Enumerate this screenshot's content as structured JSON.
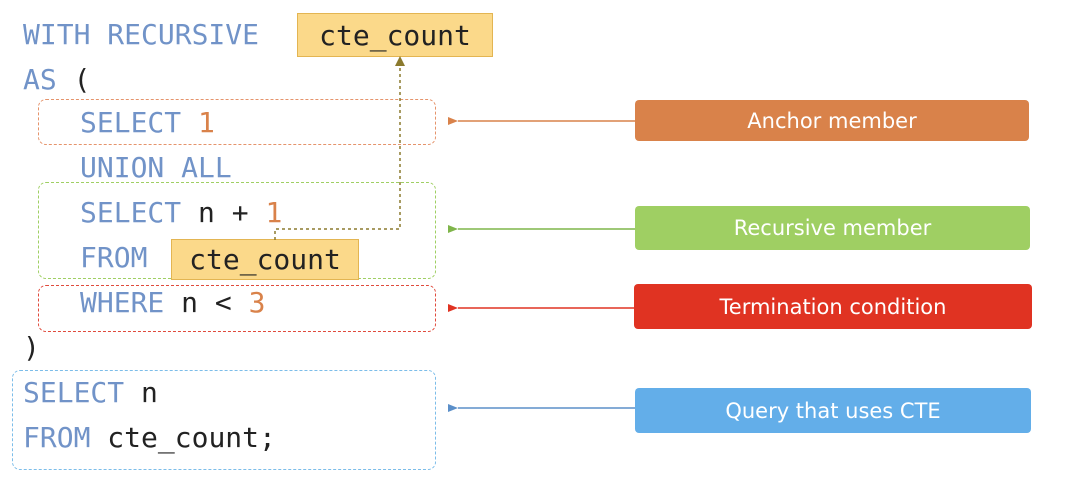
{
  "code": {
    "line1_kw": "WITH RECURSIVE",
    "cte_name": "cte_count",
    "line2_kw": "AS",
    "open_paren": "(",
    "anchor_kw": "SELECT",
    "anchor_num": "1",
    "union_kw": "UNION ALL",
    "rec_select_kw": "SELECT",
    "rec_select_expr": "n +",
    "rec_select_num": "1",
    "rec_from_kw": "FROM",
    "rec_from_ref": "cte_count",
    "where_kw": "WHERE",
    "where_expr": "n <",
    "where_num": "3",
    "close_paren": ")",
    "query_select_kw": "SELECT",
    "query_select_col": "n",
    "query_from_kw": "FROM",
    "query_from_ref": "cte_count;"
  },
  "labels": {
    "anchor": "Anchor member",
    "recursive": "Recursive member",
    "termination": "Termination condition",
    "query": "Query that uses CTE"
  },
  "colors": {
    "keyword": "#7193c8",
    "number": "#d9824a",
    "highlight_fill": "#fbd98a",
    "anchor": "#d9824a",
    "recursive": "#9fcf63",
    "termination": "#e03322",
    "query": "#63aee9",
    "reference_arrow": "#8b7a2e"
  }
}
